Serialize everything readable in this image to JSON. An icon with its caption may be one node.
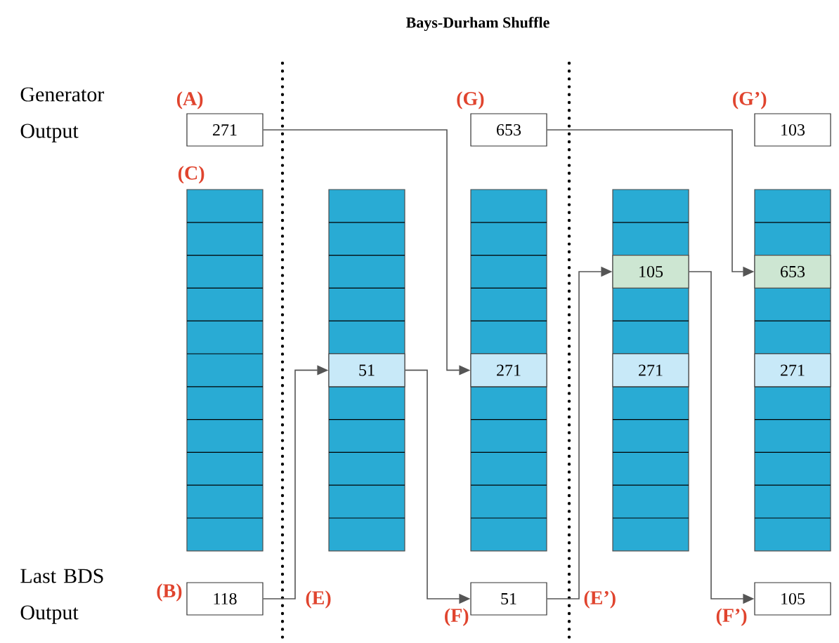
{
  "diagram": {
    "title": "Bays-Durham Shuffle",
    "nodes": [
      {
        "text": [
          "271"
        ],
        "beside": [
          "(A)"
        ]
      },
      {
        "text": [
          "653"
        ],
        "beside": [
          "(G)"
        ]
      },
      {
        "text": [
          "103"
        ],
        "beside": [
          "(G’)"
        ]
      },
      {
        "text": [],
        "shape": "box",
        "beside": [
          "(C)"
        ]
      },
      {
        "text": [],
        "shape": "box"
      },
      {
        "text": [
          "51"
        ],
        "in": 4
      },
      {
        "text": [],
        "shape": "box"
      },
      {
        "text": [
          "271"
        ],
        "in": 6
      },
      {
        "text": [],
        "shape": "box"
      },
      {
        "text": [
          "105"
        ],
        "in": 8
      },
      {
        "text": [
          "271"
        ],
        "in": 8
      },
      {
        "text": [],
        "shape": "box"
      },
      {
        "text": [
          "653"
        ],
        "in": 11
      },
      {
        "text": [
          "271"
        ],
        "in": 11
      },
      {
        "text": [
          "118"
        ],
        "beside": [
          "(B)"
        ]
      },
      {
        "text": [
          "51"
        ],
        "beside": [
          "(F)"
        ]
      },
      {
        "text": [
          "105"
        ],
        "beside": [
          "(F’)"
        ]
      }
    ],
    "edges": [
      {
        "from": 0,
        "to": 7,
        "arrow": "to"
      },
      {
        "from": 14,
        "to": 5,
        "arrow": "to"
      },
      {
        "from": 5,
        "to": 15,
        "arrow": "to"
      },
      {
        "from": 15,
        "to": 9,
        "arrow": "to"
      },
      {
        "from": 1,
        "to": 12,
        "arrow": "to"
      },
      {
        "from": 9,
        "to": 16,
        "arrow": "to"
      }
    ],
    "labels": [
      "Generator Output",
      "Last BDS Output",
      "(E)",
      "(E’)"
    ]
  }
}
